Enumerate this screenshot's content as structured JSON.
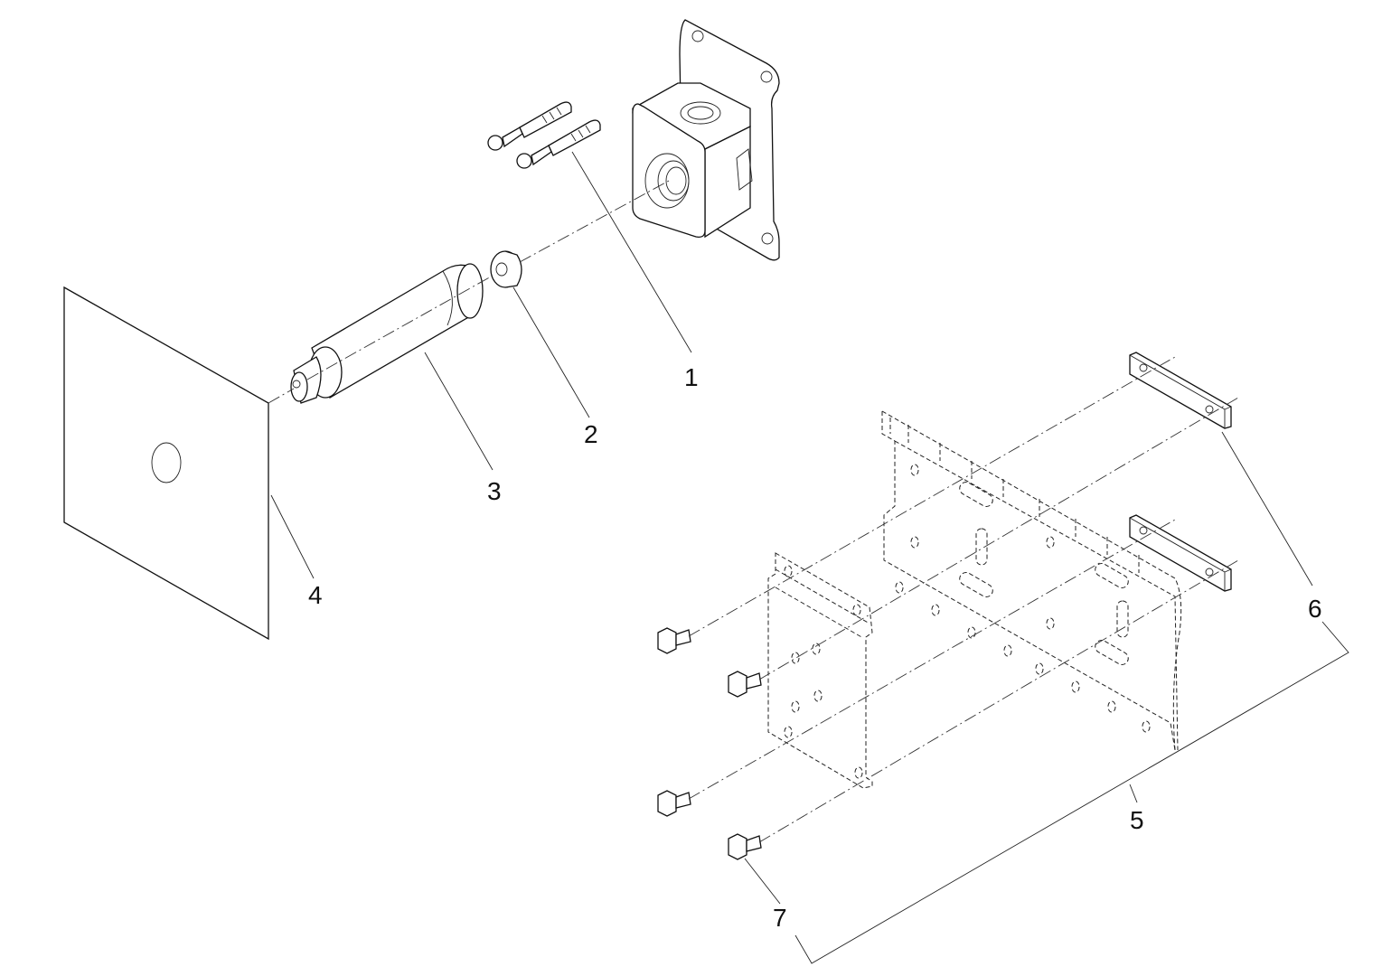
{
  "diagram": {
    "type": "exploded-parts-view",
    "callouts": [
      {
        "id": "1",
        "label": "1",
        "part": "wall-anchor-screws-and-plugs"
      },
      {
        "id": "2",
        "label": "2",
        "part": "plug-cap"
      },
      {
        "id": "3",
        "label": "3",
        "part": "cylindrical-sensor-body"
      },
      {
        "id": "4",
        "label": "4",
        "part": "cover-plate"
      },
      {
        "id": "5",
        "label": "5",
        "part": "mounting-frame-assembly"
      },
      {
        "id": "6",
        "label": "6",
        "part": "spacer-bars"
      },
      {
        "id": "7",
        "label": "7",
        "part": "hex-bolts"
      }
    ]
  }
}
